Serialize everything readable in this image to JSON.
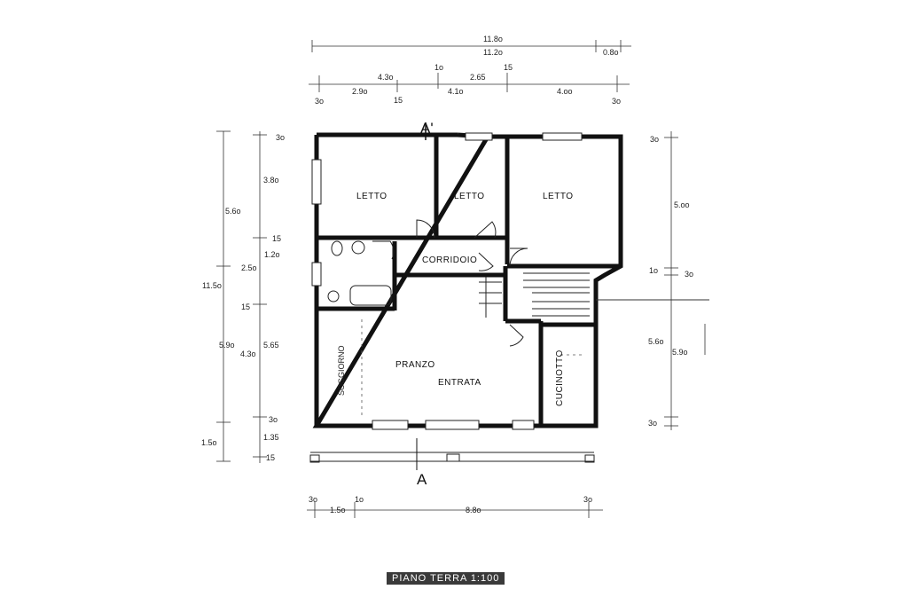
{
  "title": "PIANO TERRA 1:100",
  "section_marks": {
    "top": "A'",
    "bottom": "A"
  },
  "rooms": {
    "letto_1": "LETTO",
    "letto_2": "LETTO",
    "letto_3": "LETTO",
    "corridoio": "CORRIDOIO",
    "pranzo": "PRANZO",
    "entrata": "ENTRATA",
    "cucinotto": "CUCINOTTO",
    "soggiorno": "SOGGIORNO"
  },
  "dimensions": {
    "top_row1": [
      "11.8o",
      "11.2o",
      "0.8o"
    ],
    "top_row2": [
      "3o",
      "2.9o",
      "4.3o",
      "15",
      "1o",
      "4.1o",
      "2.65",
      "15",
      "4.oo",
      "3o"
    ],
    "left_col1": [
      "5.6o",
      "2.5o",
      "11.5o",
      "5.9o",
      "1.5o"
    ],
    "left_col2": [
      "3o",
      "3.8o",
      "15",
      "1.2o",
      "15",
      "4.3o",
      "5.65",
      "3o",
      "1.35",
      "15"
    ],
    "right_col": [
      "3o",
      "5.oo",
      "1o",
      "3o",
      "5.6o",
      "5.9o",
      "3o"
    ],
    "bottom_row": [
      "3o",
      "1.5o",
      "1o",
      "8.8o",
      "3o"
    ]
  }
}
